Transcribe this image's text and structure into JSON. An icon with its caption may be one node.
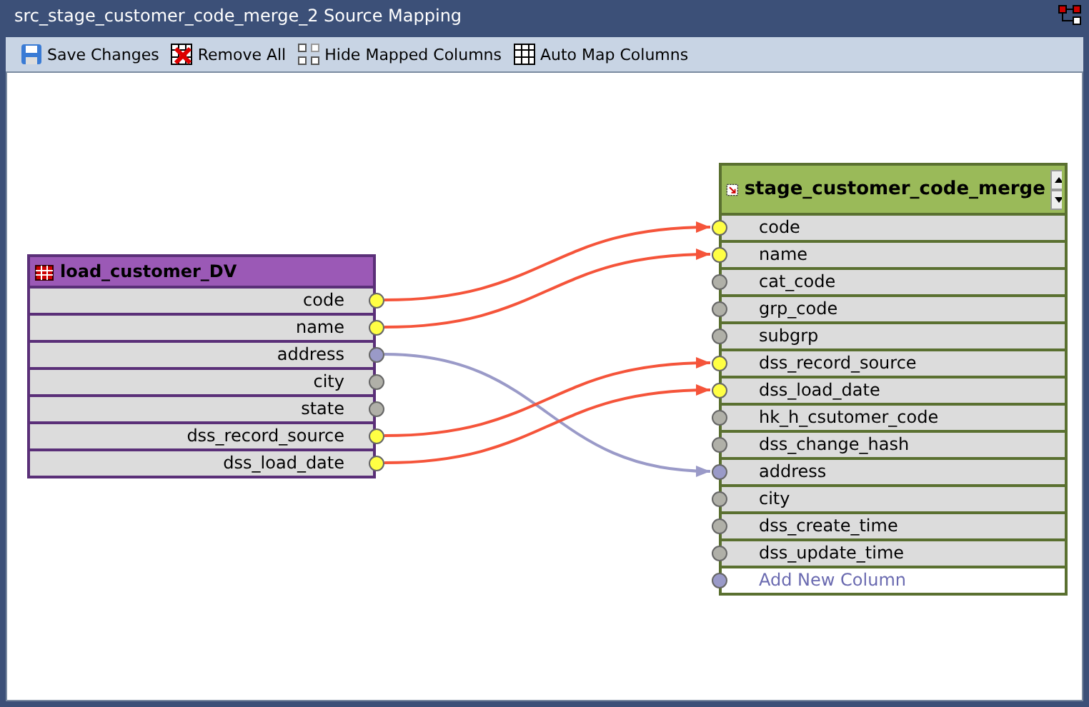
{
  "diagram": {
    "title": "src_stage_customer_code_merge_2 Source Mapping",
    "nodes": [
      {
        "text": [
          "load_customer_DV"
        ]
      },
      {
        "text": [
          "code"
        ],
        "in": 0
      },
      {
        "text": [
          "name"
        ],
        "in": 0
      },
      {
        "text": [
          "address"
        ],
        "in": 0
      },
      {
        "text": [
          "city"
        ],
        "in": 0
      },
      {
        "text": [
          "state"
        ],
        "in": 0
      },
      {
        "text": [
          "dss_record_source"
        ],
        "in": 0
      },
      {
        "text": [
          "dss_load_date"
        ],
        "in": 0
      },
      {
        "text": [
          "stage_customer_code_merge"
        ]
      },
      {
        "text": [
          "code"
        ],
        "in": 8
      },
      {
        "text": [
          "name"
        ],
        "in": 8
      },
      {
        "text": [
          "cat_code"
        ],
        "in": 8
      },
      {
        "text": [
          "grp_code"
        ],
        "in": 8
      },
      {
        "text": [
          "subgrp"
        ],
        "in": 8
      },
      {
        "text": [
          "dss_record_source"
        ],
        "in": 8
      },
      {
        "text": [
          "dss_load_date"
        ],
        "in": 8
      },
      {
        "text": [
          "hk_h_csutomer_code"
        ],
        "in": 8
      },
      {
        "text": [
          "dss_change_hash"
        ],
        "in": 8
      },
      {
        "text": [
          "address"
        ],
        "in": 8
      },
      {
        "text": [
          "city"
        ],
        "in": 8
      },
      {
        "text": [
          "dss_create_time"
        ],
        "in": 8
      },
      {
        "text": [
          "dss_update_time"
        ],
        "in": 8
      },
      {
        "text": [
          "Add New Column"
        ],
        "in": 8
      }
    ],
    "edges": [
      {
        "from": 1,
        "to": 9,
        "arrow": "to"
      },
      {
        "from": 2,
        "to": 10,
        "arrow": "to"
      },
      {
        "from": 3,
        "to": 18,
        "arrow": "to",
        "color": "#9a9ac8"
      },
      {
        "from": 6,
        "to": 14,
        "arrow": "to"
      },
      {
        "from": 7,
        "to": 15,
        "arrow": "to"
      }
    ],
    "labels": [
      "Save Changes",
      "Remove All",
      "Hide Mapped Columns",
      "Auto Map Columns"
    ]
  }
}
